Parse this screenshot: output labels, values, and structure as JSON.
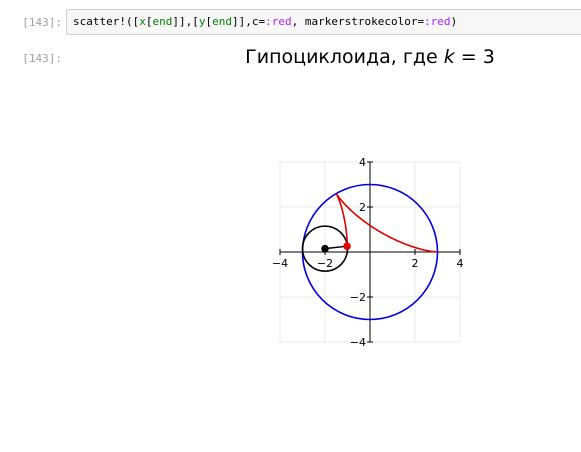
{
  "cell": {
    "input_prompt": "[143]:",
    "output_prompt": "[143]:",
    "code_tokens": [
      {
        "text": "scatter!([",
        "cls": "tok-fn"
      },
      {
        "text": "x",
        "cls": "tok-var"
      },
      {
        "text": "[",
        "cls": "tok-fn"
      },
      {
        "text": "end",
        "cls": "tok-var"
      },
      {
        "text": "]],[",
        "cls": "tok-fn"
      },
      {
        "text": "y",
        "cls": "tok-var"
      },
      {
        "text": "[",
        "cls": "tok-fn"
      },
      {
        "text": "end",
        "cls": "tok-var"
      },
      {
        "text": "]],c=",
        "cls": "tok-fn"
      },
      {
        "text": ":red",
        "cls": "tok-sym"
      },
      {
        "text": ", markerstrokecolor=",
        "cls": "tok-fn"
      },
      {
        "text": ":red",
        "cls": "tok-sym"
      },
      {
        "text": ")",
        "cls": "tok-fn"
      }
    ]
  },
  "plot": {
    "title_prefix": "Гипоциклоида, где ",
    "title_var": "k",
    "title_suffix": " = 3"
  },
  "chart_data": {
    "type": "line",
    "title": "Гипоциклоида, где k = 3",
    "xlim": [
      -4,
      4
    ],
    "ylim": [
      -4,
      4
    ],
    "x_ticks": [
      -4,
      -2,
      2,
      4
    ],
    "y_ticks": [
      -4,
      -2,
      2,
      4
    ],
    "x_tick_labels": [
      "−4",
      "−2",
      "2",
      "4"
    ],
    "y_tick_labels": [
      "−4",
      "−2",
      "2",
      "4"
    ],
    "grid": true,
    "aspect": "equal",
    "series": [
      {
        "kind": "circle",
        "center": [
          0,
          0
        ],
        "radius": 3,
        "color": "#0000dd"
      },
      {
        "kind": "circle",
        "center": [
          -2,
          0.15
        ],
        "radius": 1,
        "color": "#000000"
      },
      {
        "kind": "hypocycloid-arc",
        "R": 3,
        "r": 1,
        "theta_end": 3.07,
        "color": "#e00000"
      },
      {
        "kind": "segment",
        "from": [
          -2,
          0.15
        ],
        "to": [
          -1.02,
          0.26
        ],
        "color": "#000000"
      },
      {
        "kind": "point",
        "at": [
          -2,
          0.15
        ],
        "color": "#000000"
      },
      {
        "kind": "point",
        "at": [
          -1.02,
          0.26
        ],
        "color": "#e00000"
      }
    ]
  }
}
